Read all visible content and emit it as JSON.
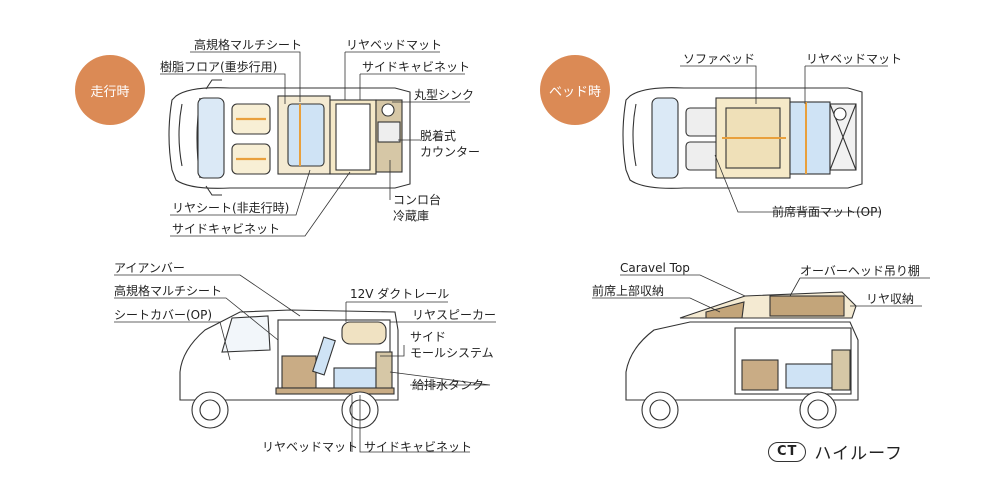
{
  "colors": {
    "badge": "#DB8A55",
    "line": "#333333",
    "bed": "#F5E9C8",
    "cabinet": "#D6C7A6",
    "seat_blue": "#CFE3F5",
    "accent_orange": "#E9A03C",
    "floor_brown": "#C9AC85",
    "shelf_brown": "#C3A57A"
  },
  "badges": {
    "driving": "走行時",
    "bed": "ベッド時"
  },
  "top_left": {
    "multi_sheet": "高規格マルチシート",
    "resin_floor": "樹脂フロア(重歩行用)",
    "rear_bed_mat": "リヤベッドマット",
    "side_cabinet_net": "サイドキャビネット",
    "round_sink": "丸型シンク",
    "counter_line1": "脱着式",
    "counter_line2": "カウンター",
    "rear_seat": "リヤシート(非走行時)",
    "side_cabinet": "サイドキャビネット",
    "stove_line1": "コンロ台",
    "stove_line2": "冷蔵庫"
  },
  "top_right": {
    "sofa_bed": "ソファベッド",
    "rear_bed_mat": "リヤベッドマット",
    "front_back_mat": "前席背面マット(OP)"
  },
  "bottom_left": {
    "iron_bar": "アイアンバー",
    "multi_sheet": "高規格マルチシート",
    "seat_cover": "シートカバー(OP)",
    "duct_rail": "12V ダクトレール",
    "rear_speaker": "リヤスピーカー",
    "side_line1": "サイド",
    "side_line2": "モールシステム",
    "water_tank": "給排水タンク",
    "rear_bed_mat": "リヤベッドマット",
    "side_cabinet": "サイドキャビネット"
  },
  "bottom_right": {
    "caravel_top": "Caravel Top",
    "overhead_shelf": "オーバーヘッド吊り棚",
    "front_upper_storage": "前席上部収納",
    "rear_storage": "リヤ収納"
  },
  "brand": {
    "badge": "CT",
    "name": "ハイルーフ"
  }
}
